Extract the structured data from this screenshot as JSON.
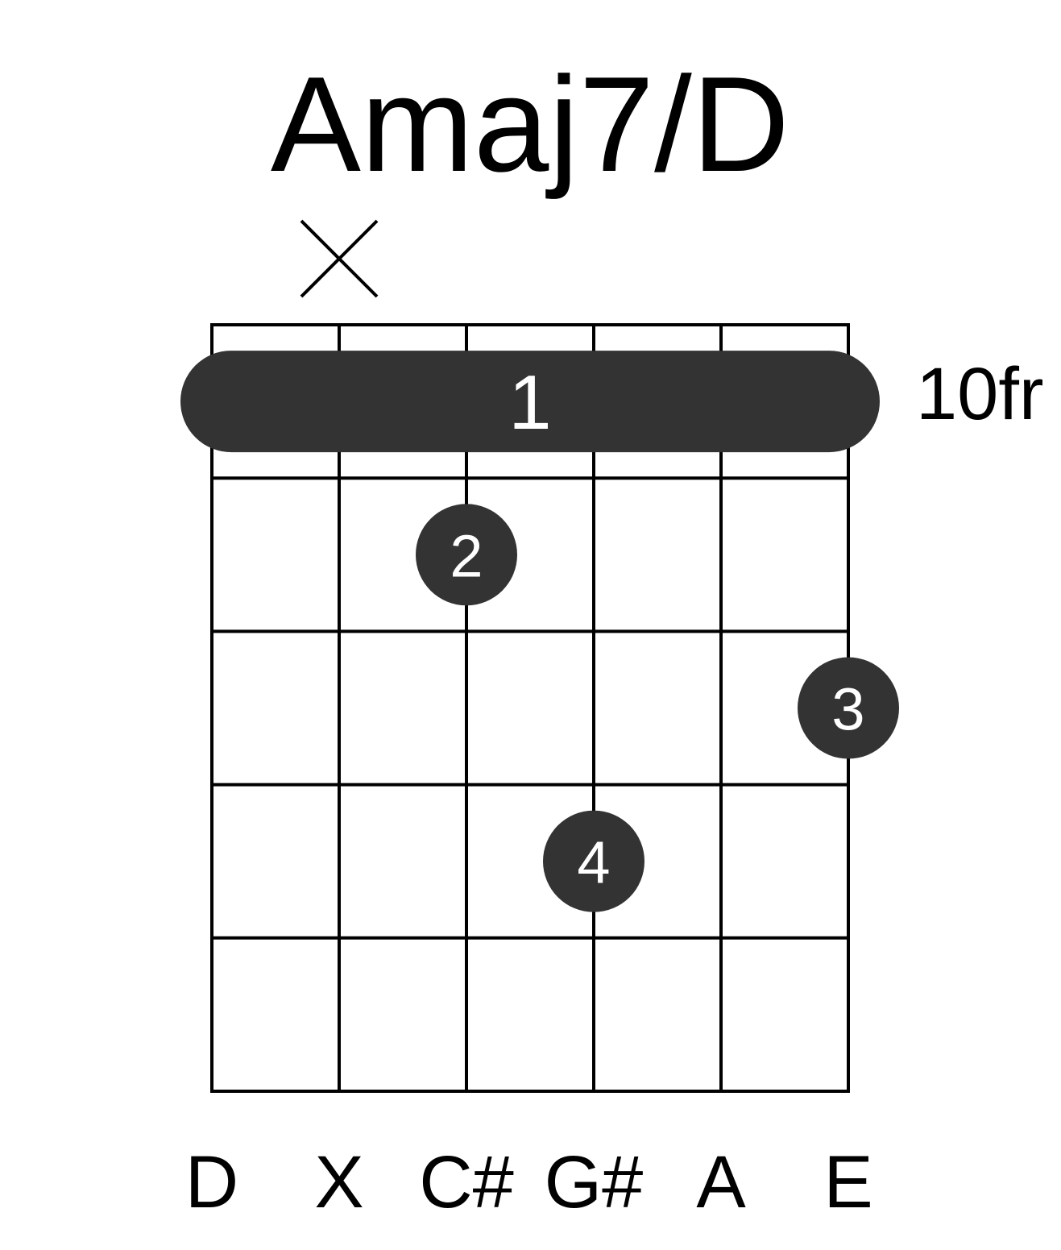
{
  "chord": {
    "name": "Amaj7/D",
    "base_fret_label": "10fr",
    "strings_count": 6,
    "frets_shown": 5,
    "muted_strings": [
      2
    ],
    "barre": {
      "finger": "1",
      "fret": 1,
      "from_string": 1,
      "to_string": 6
    },
    "fingers": [
      {
        "finger": "2",
        "string": 3,
        "fret": 2
      },
      {
        "finger": "3",
        "string": 6,
        "fret": 3
      },
      {
        "finger": "4",
        "string": 4,
        "fret": 4
      }
    ],
    "string_notes": [
      "D",
      "X",
      "C#",
      "G#",
      "A",
      "E"
    ]
  },
  "colors": {
    "grid": "#000000",
    "dot": "#333333",
    "dot_text": "#ffffff",
    "text": "#000000"
  }
}
